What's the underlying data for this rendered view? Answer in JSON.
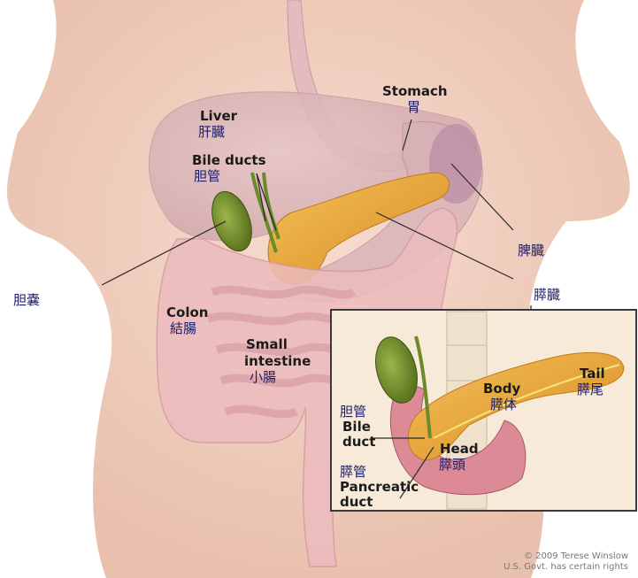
{
  "labels": {
    "liver": "Liver",
    "liver_cn": "肝臓",
    "bile_ducts": "Bile ducts",
    "bile_ducts_cn": "胆管",
    "stomach": "Stomach",
    "stomach_cn": "胃",
    "spleen_cn": "脾臓",
    "gallbladder_cn": "胆嚢",
    "pancreas_cn": "膵臓",
    "colon": "Colon",
    "colon_cn": "結腸",
    "small_intestine_1": "Small",
    "small_intestine_2": "intestine",
    "small_intestine_cn": "小腸"
  },
  "inset": {
    "body": "Body",
    "body_cn": "膵体",
    "tail": "Tail",
    "tail_cn": "膵尾",
    "bile_duct_cn": "胆管",
    "bile_duct_1": "Bile",
    "bile_duct_2": "duct",
    "head": "Head",
    "head_cn": "膵頭",
    "pancreatic_duct_cn": "膵管",
    "pancreatic_duct_1": "Pancreatic",
    "pancreatic_duct_2": "duct"
  },
  "copyright_1": "© 2009 Terese Winslow",
  "copyright_2": "U.S. Govt. has certain rights",
  "colors": {
    "skin": "#f1d3c4",
    "organ_outline": "#d9a5a0",
    "pancreas": "#e8a43c",
    "gallbladder": "#6f8a2c",
    "intestine": "#e9b3b6",
    "stomach": "#c9a1a8"
  }
}
